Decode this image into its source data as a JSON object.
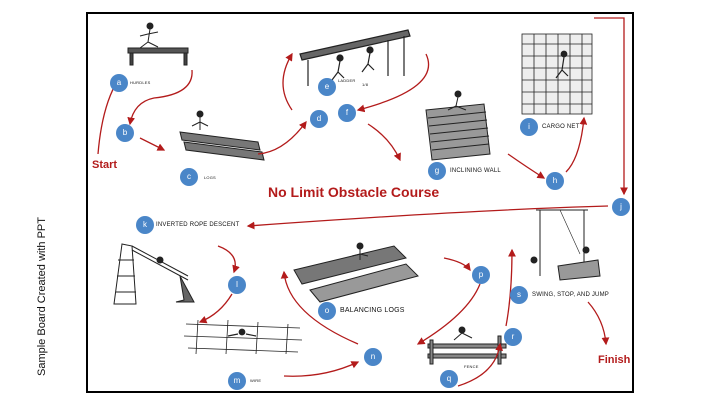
{
  "side_caption": "Sample Board Created with PPT",
  "title": "No Limit Obstacle Course",
  "start": "Start",
  "finish": "Finish",
  "colors": {
    "arrow": "#b31b1b",
    "marker": "#4a86c8"
  },
  "stations": [
    {
      "letter": "a",
      "caption": "HURDLES"
    },
    {
      "letter": "b",
      "caption": ""
    },
    {
      "letter": "c",
      "caption": "LOGS"
    },
    {
      "letter": "d",
      "caption": ""
    },
    {
      "letter": "e",
      "caption": "LADDER"
    },
    {
      "letter": "f",
      "caption": ""
    },
    {
      "letter": "g",
      "caption": "INCLINING WALL"
    },
    {
      "letter": "h",
      "caption": ""
    },
    {
      "letter": "i",
      "caption": "CARGO NET"
    },
    {
      "letter": "j",
      "caption": ""
    },
    {
      "letter": "k",
      "caption": "INVERTED ROPE DESCENT"
    },
    {
      "letter": "l",
      "caption": ""
    },
    {
      "letter": "m",
      "caption": "WIRE"
    },
    {
      "letter": "n",
      "caption": ""
    },
    {
      "letter": "o",
      "caption": "BALANCING LOGS"
    },
    {
      "letter": "p",
      "caption": ""
    },
    {
      "letter": "q",
      "caption": "FENCE"
    },
    {
      "letter": "r",
      "caption": ""
    },
    {
      "letter": "s",
      "caption": "SWING, STOP, AND JUMP"
    }
  ],
  "ladder_tag": "1/8"
}
